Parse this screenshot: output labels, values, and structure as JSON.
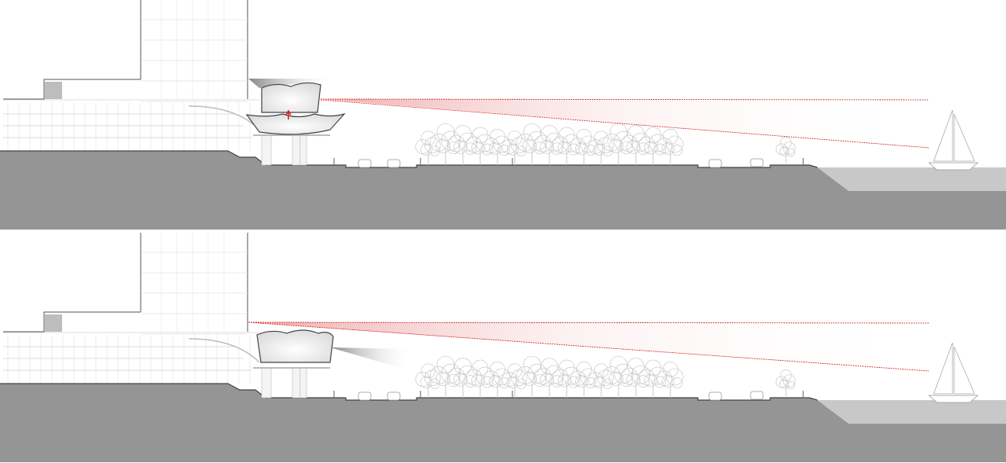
{
  "diagram": {
    "panels": [
      {
        "id": "top",
        "pavilion_state": "raised",
        "sightline": "from-pavilion"
      },
      {
        "id": "bottom",
        "pavilion_state": "lowered",
        "sightline": "from-tower"
      }
    ],
    "colors": {
      "ground": "#959595",
      "water": "#c8c8c8",
      "building_line": "#d0d0d0",
      "building_outline": "#555555",
      "sightline": "#d42020",
      "tree": "#c8c8c8",
      "background": "#ffffff"
    }
  }
}
